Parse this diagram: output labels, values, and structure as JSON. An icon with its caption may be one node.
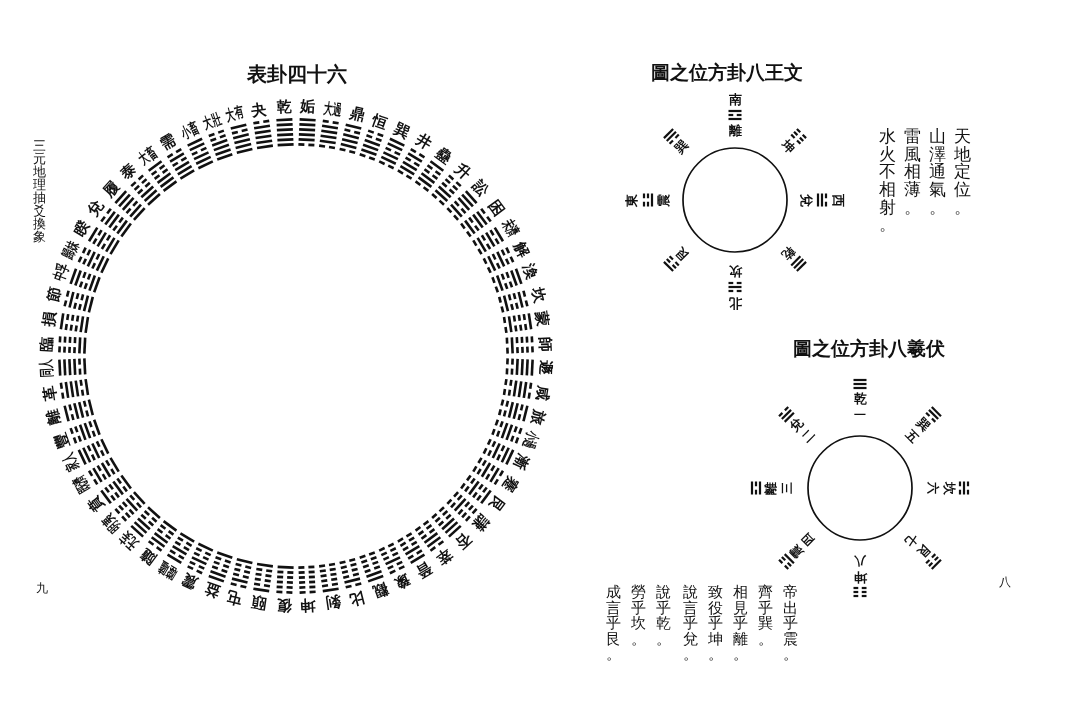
{
  "diagram": {
    "title": "表卦四十六",
    "nodes": [
      {
        "text": [],
        "shape": "circle"
      },
      {
        "text": [],
        "shape": "circle"
      }
    ],
    "labels": [
      "三元地理抽爻換象",
      "乾",
      "夬",
      "大有",
      "大壯",
      "小畜",
      "需",
      "大畜",
      "泰",
      "履",
      "兌",
      "睽",
      "歸妹",
      "中孚",
      "節",
      "損",
      "臨",
      "同人",
      "革",
      "離",
      "豐",
      "家人",
      "既濟",
      "賁",
      "明夷",
      "无妄",
      "隨",
      "噬嗑",
      "震",
      "益",
      "屯",
      "頤",
      "復",
      "姤",
      "大過",
      "鼎",
      "恒",
      "巽",
      "井",
      "蠱",
      "升",
      "訟",
      "困",
      "未濟",
      "解",
      "渙",
      "坎",
      "蒙",
      "師",
      "遯",
      "咸",
      "旅",
      "小過",
      "漸",
      "蹇",
      "艮",
      "謙",
      "否",
      "萃",
      "晉",
      "豫",
      "觀",
      "比",
      "剝",
      "坤",
      "九",
      "圖之位方卦八王文",
      "南",
      "離",
      "坤",
      "西",
      "兌",
      "乾",
      "北",
      "坎",
      "艮",
      "東",
      "震",
      "巽",
      "天地定位。",
      "山澤通氣。",
      "雷風相薄。",
      "水火不相射。",
      "圖之位方卦八羲伏",
      "乾",
      "一",
      "巽",
      "五",
      "坎",
      "六",
      "艮",
      "七",
      "坤",
      "八",
      "震",
      "四",
      "離",
      "三",
      "兌",
      "二",
      "帝出乎震。",
      "齊乎巽。",
      "相見乎離。",
      "致役乎坤。",
      "說言乎兌。",
      "說乎乾。",
      "勞乎坎。",
      "成言乎艮。",
      "八"
    ]
  }
}
